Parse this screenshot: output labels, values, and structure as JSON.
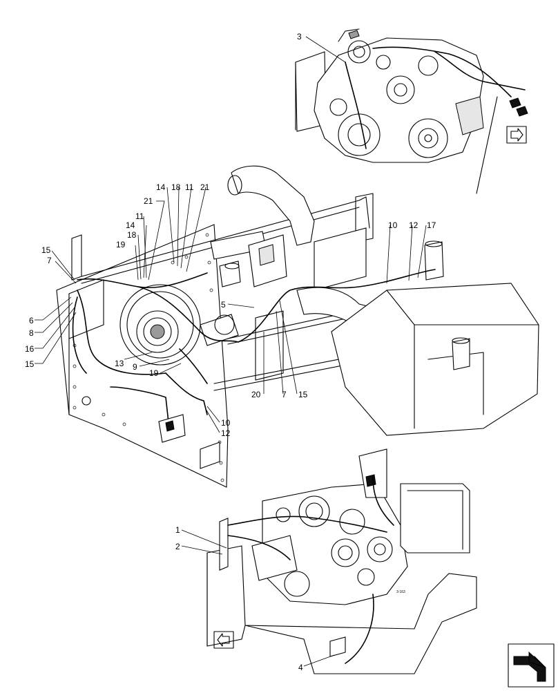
{
  "callouts": {
    "top": [
      "3"
    ],
    "main_left_column": [
      "15",
      "7",
      "6",
      "8",
      "16",
      "15"
    ],
    "main_upper_stack": [
      "21",
      "14",
      "18",
      "11",
      "21",
      "14",
      "11",
      "18",
      "19"
    ],
    "main_mid": [
      "5",
      "13",
      "9",
      "19",
      "20",
      "7",
      "15"
    ],
    "main_right": [
      "10",
      "12",
      "17"
    ],
    "main_lower": [
      "10",
      "12"
    ],
    "bottom": [
      "1",
      "2",
      "4"
    ]
  },
  "icons": [
    "arrow-right-icon",
    "arrow-left-icon",
    "corner-arrow-icon"
  ],
  "colors": {
    "line": "#000000",
    "background": "#ffffff"
  }
}
